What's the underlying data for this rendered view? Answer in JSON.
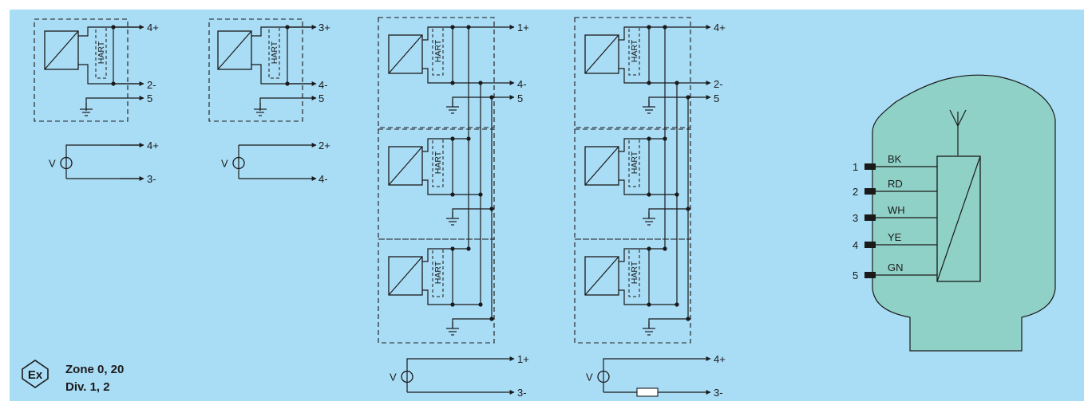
{
  "colors": {
    "background": "#a9dcf5",
    "device_body": "#8fd1c6",
    "line": "#1a1a1a"
  },
  "hart_label": "HART",
  "voltage_symbol": "V",
  "diagrams": [
    {
      "id": "d1",
      "outputs": [
        "4+",
        "2-",
        "5"
      ],
      "source": [
        "4+",
        "3-"
      ]
    },
    {
      "id": "d2",
      "outputs": [
        "3+",
        "4-",
        "5"
      ],
      "source": [
        "2+",
        "4-"
      ]
    },
    {
      "id": "d3",
      "outputs": [
        "1+",
        "4-",
        "5"
      ],
      "source": [
        "1+",
        "3-"
      ]
    },
    {
      "id": "d4",
      "outputs": [
        "4+",
        "2-",
        "5"
      ],
      "source": [
        "4+",
        "3-"
      ]
    }
  ],
  "device": {
    "pins": [
      "1",
      "2",
      "3",
      "4",
      "5"
    ],
    "wires": [
      "BK",
      "RD",
      "WH",
      "YE",
      "GN"
    ]
  },
  "ex_badge": {
    "symbol": "Ex",
    "line1": "Zone 0, 20",
    "line2": "Div. 1, 2"
  }
}
